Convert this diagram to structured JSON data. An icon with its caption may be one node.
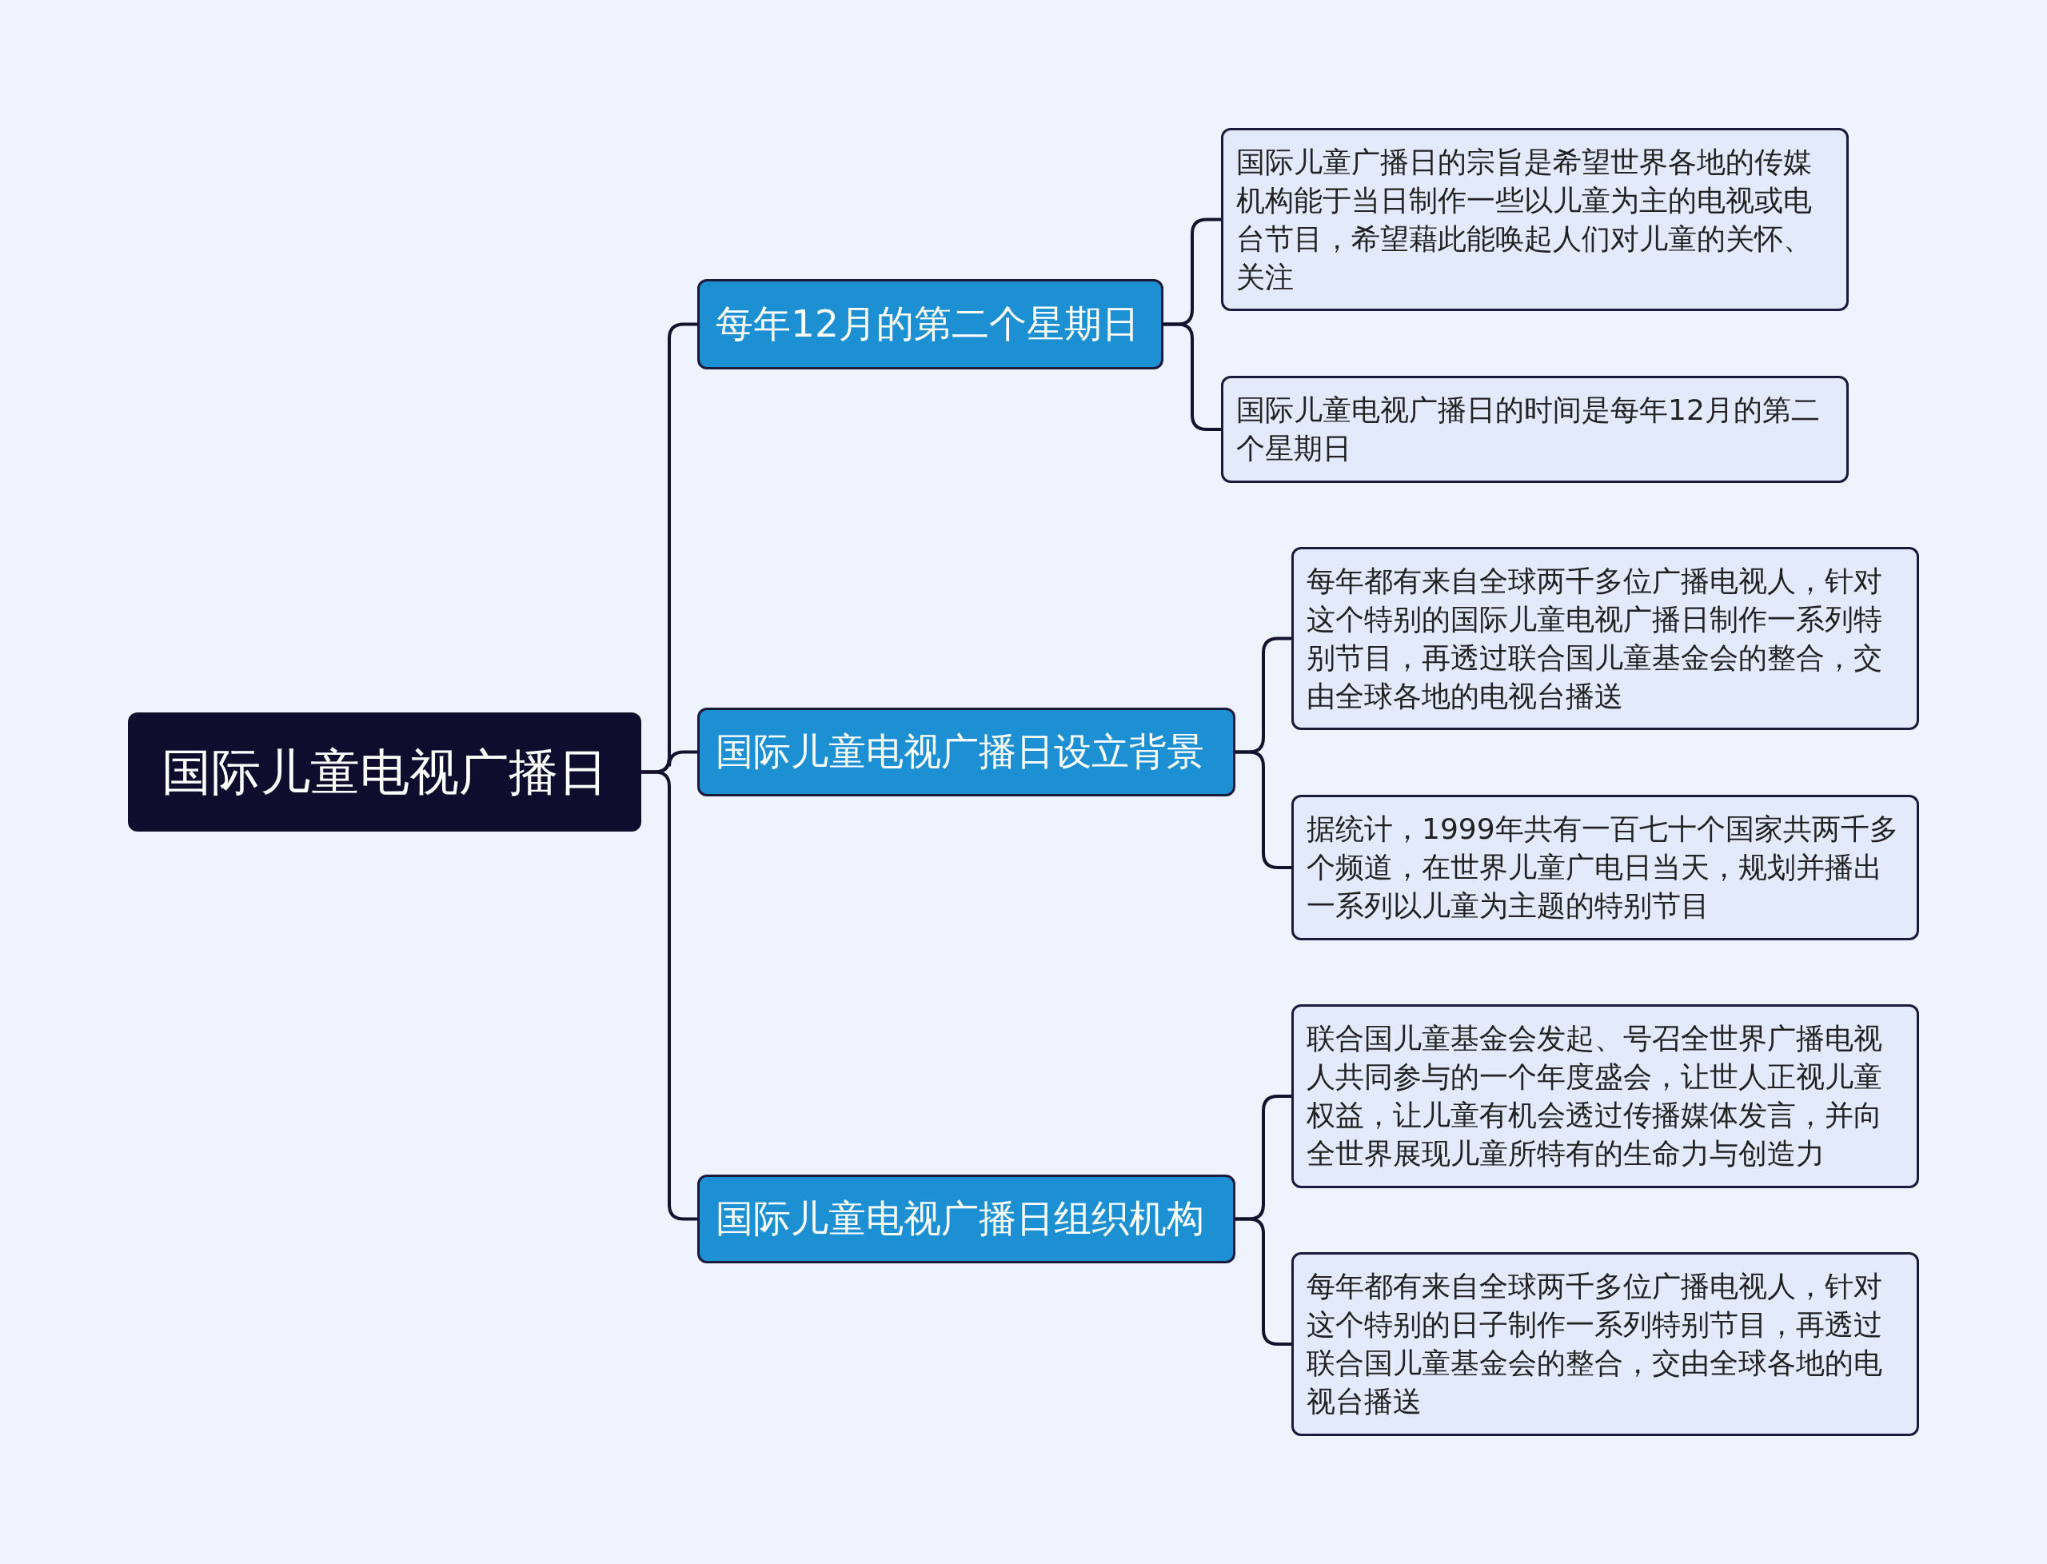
{
  "diagram": {
    "nodes": [
      {
        "text": [
          "国际儿童电视广播日"
        ]
      },
      {
        "text": [
          "每年12月的第二个星期日"
        ]
      },
      {
        "text": [
          "国际儿童广播日的宗旨是希望世界各地的传媒机构能于当日制作一些以儿童为主的电视或电台节目，希望藉此能唤起人们对儿童的关怀、关注"
        ]
      },
      {
        "text": [
          "国际儿童电视广播日的时间是每年12月的第二个星期日"
        ]
      },
      {
        "text": [
          "国际儿童电视广播日设立背景"
        ]
      },
      {
        "text": [
          "每年都有来自全球两千多位广播电视人，针对这个特别的国际儿童电视广播日制作一系列特别节目，再透过联合国儿童基金会的整合，交由全球各地的电视台播送"
        ]
      },
      {
        "text": [
          "据统计，1999年共有一百七十个国家共两千多个频道，在世界儿童广电日当天，规划并播出一系列以儿童为主题的特别节目"
        ]
      },
      {
        "text": [
          "国际儿童电视广播日组织机构"
        ]
      },
      {
        "text": [
          "联合国儿童基金会发起、号召全世界广播电视人共同参与的一个年度盛会，让世人正视儿童权益，让儿童有机会透过传播媒体发言，并向全世界展现儿童所特有的生命力与创造力"
        ]
      },
      {
        "text": [
          "每年都有来自全球两千多位广播电视人，针对这个特别的日子制作一系列特别节目，再透过联合国儿童基金会的整合，交由全球各地的电视台播送"
        ]
      }
    ],
    "edges": [
      {
        "from": 0,
        "to": 1,
        "arrow": "none"
      },
      {
        "from": 0,
        "to": 4,
        "arrow": "none"
      },
      {
        "from": 0,
        "to": 7,
        "arrow": "none"
      },
      {
        "from": 1,
        "to": 2,
        "arrow": "none"
      },
      {
        "from": 1,
        "to": 3,
        "arrow": "none"
      },
      {
        "from": 4,
        "to": 5,
        "arrow": "none"
      },
      {
        "from": 4,
        "to": 6,
        "arrow": "none"
      },
      {
        "from": 7,
        "to": 8,
        "arrow": "none"
      },
      {
        "from": 7,
        "to": 9,
        "arrow": "none"
      }
    ]
  }
}
